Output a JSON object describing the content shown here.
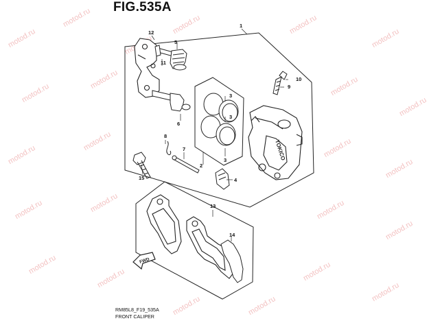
{
  "figure": {
    "title": "FIG.535A",
    "code": "RM85L8_F19_535A",
    "caption": "FRONT CALIPER"
  },
  "callouts": [
    "1",
    "2",
    "3",
    "3",
    "3",
    "4",
    "5",
    "6",
    "7",
    "8",
    "9",
    "10",
    "11",
    "12",
    "13",
    "14",
    "15"
  ],
  "direction_arrow": {
    "label": "FWD"
  },
  "caliper_text": "TOKICO",
  "watermark": "motod.ru",
  "colors": {
    "line": "#222222",
    "watermark": "#f3c2c2"
  }
}
